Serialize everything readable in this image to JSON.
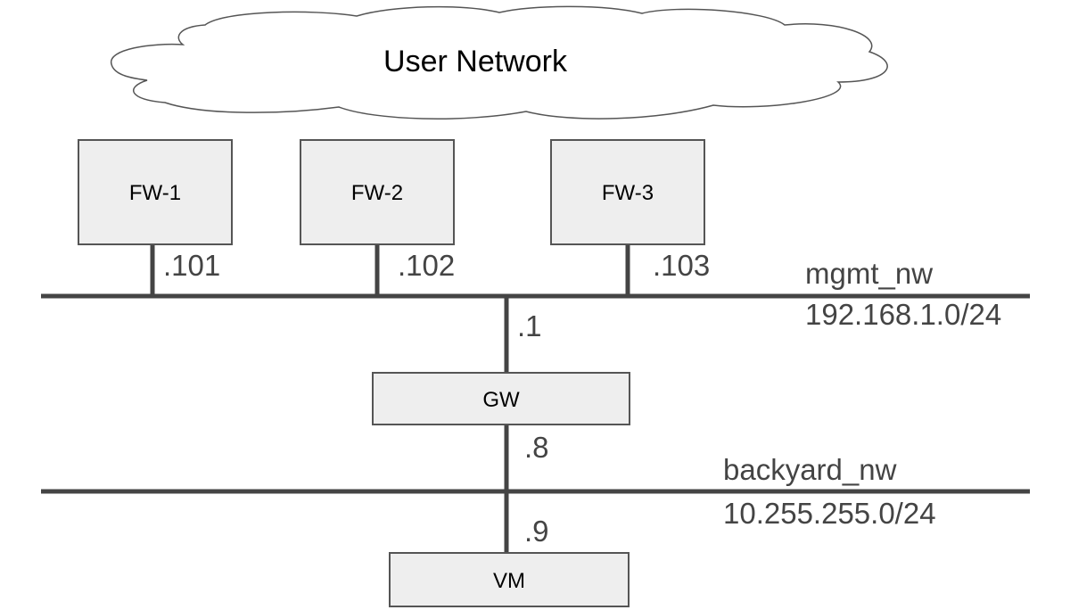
{
  "cloud": {
    "label": "User Network"
  },
  "firewalls": [
    {
      "name": "FW-1",
      "ip_suffix": ".101"
    },
    {
      "name": "FW-2",
      "ip_suffix": ".102"
    },
    {
      "name": "FW-3",
      "ip_suffix": ".103"
    }
  ],
  "mgmt_network": {
    "name": "mgmt_nw",
    "subnet": "192.168.1.0/24"
  },
  "gateway": {
    "name": "GW",
    "mgmt_ip_suffix": ".1",
    "backyard_ip_suffix": ".8"
  },
  "backyard_network": {
    "name": "backyard_nw",
    "subnet": "10.255.255.0/24"
  },
  "vm": {
    "name": "VM",
    "ip_suffix": ".9"
  },
  "colors": {
    "box_fill": "#eeeeee",
    "line": "#444444",
    "text_gray": "#444444",
    "text_black": "#000000"
  }
}
